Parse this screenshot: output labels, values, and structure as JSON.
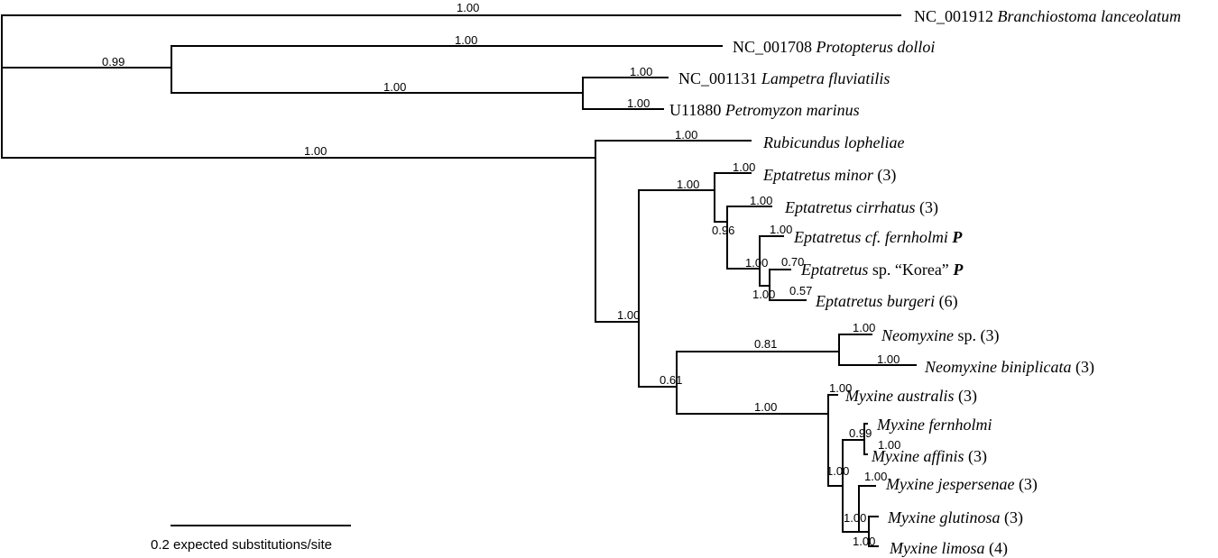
{
  "tree": {
    "taxa": [
      {
        "id": "t1",
        "parts": [
          {
            "text": "NC_001912 ",
            "style": "n"
          },
          {
            "text": "Branchiostoma lanceolatum",
            "style": "i"
          }
        ]
      },
      {
        "id": "t2",
        "parts": [
          {
            "text": "NC_001708 ",
            "style": "n"
          },
          {
            "text": "Protopterus dolloi",
            "style": "i"
          }
        ]
      },
      {
        "id": "t3",
        "parts": [
          {
            "text": "NC_001131 ",
            "style": "n"
          },
          {
            "text": "Lampetra fluviatilis",
            "style": "i"
          }
        ]
      },
      {
        "id": "t4",
        "parts": [
          {
            "text": "U11880 ",
            "style": "n"
          },
          {
            "text": "Petromyzon marinus",
            "style": "i"
          }
        ]
      },
      {
        "id": "t5",
        "parts": [
          {
            "text": "Rubicundus lopheliae",
            "style": "i"
          }
        ]
      },
      {
        "id": "t6",
        "parts": [
          {
            "text": "Eptatretus minor",
            "style": "i"
          },
          {
            "text": " (3)",
            "style": "n"
          }
        ]
      },
      {
        "id": "t7",
        "parts": [
          {
            "text": "Eptatretus cirrhatus",
            "style": "i"
          },
          {
            "text": " (3)",
            "style": "n"
          }
        ]
      },
      {
        "id": "t8",
        "parts": [
          {
            "text": "Eptatretus cf. fernholmi",
            "style": "i"
          },
          {
            "text": " P",
            "style": "bi"
          }
        ]
      },
      {
        "id": "t9",
        "parts": [
          {
            "text": "Eptatretus",
            "style": "i"
          },
          {
            "text": " sp. “Korea” ",
            "style": "n"
          },
          {
            "text": "P",
            "style": "bi"
          }
        ]
      },
      {
        "id": "t10",
        "parts": [
          {
            "text": "Eptatretus burgeri",
            "style": "i"
          },
          {
            "text": " (6)",
            "style": "n"
          }
        ]
      },
      {
        "id": "t11",
        "parts": [
          {
            "text": "Neomyxine",
            "style": "i"
          },
          {
            "text": " sp. (3)",
            "style": "n"
          }
        ]
      },
      {
        "id": "t12",
        "parts": [
          {
            "text": "Neomyxine biniplicata",
            "style": "i"
          },
          {
            "text": " (3)",
            "style": "n"
          }
        ]
      },
      {
        "id": "t13",
        "parts": [
          {
            "text": "Myxine australis",
            "style": "i"
          },
          {
            "text": " (3)",
            "style": "n"
          }
        ]
      },
      {
        "id": "t14",
        "parts": [
          {
            "text": "Myxine fernholmi",
            "style": "i"
          }
        ]
      },
      {
        "id": "t15",
        "parts": [
          {
            "text": "Myxine affinis",
            "style": "i"
          },
          {
            "text": " (3)",
            "style": "n"
          }
        ]
      },
      {
        "id": "t16",
        "parts": [
          {
            "text": "Myxine jespersenae",
            "style": "i"
          },
          {
            "text": " (3)",
            "style": "n"
          }
        ]
      },
      {
        "id": "t17",
        "parts": [
          {
            "text": "Myxine glutinosa",
            "style": "i"
          },
          {
            "text": " (3)",
            "style": "n"
          }
        ]
      },
      {
        "id": "t18",
        "parts": [
          {
            "text": "Myxine limosa",
            "style": "i"
          },
          {
            "text": " (4)",
            "style": "n"
          }
        ]
      }
    ],
    "support_values": [
      "1.00",
      "0.99",
      "1.00",
      "1.00",
      "1.00",
      "1.00",
      "1.00",
      "1.00",
      "1.00",
      "1.00",
      "0.96",
      "1.00",
      "1.00",
      "1.00",
      "0.70",
      "1.00",
      "0.57",
      "1.00",
      "1.00",
      "0.81",
      "1.00",
      "0.61",
      "1.00",
      "1.00",
      "0.99",
      "1.00",
      "1.00",
      "1.00"
    ],
    "scale_label": "0.2 expected substitutions/site"
  }
}
